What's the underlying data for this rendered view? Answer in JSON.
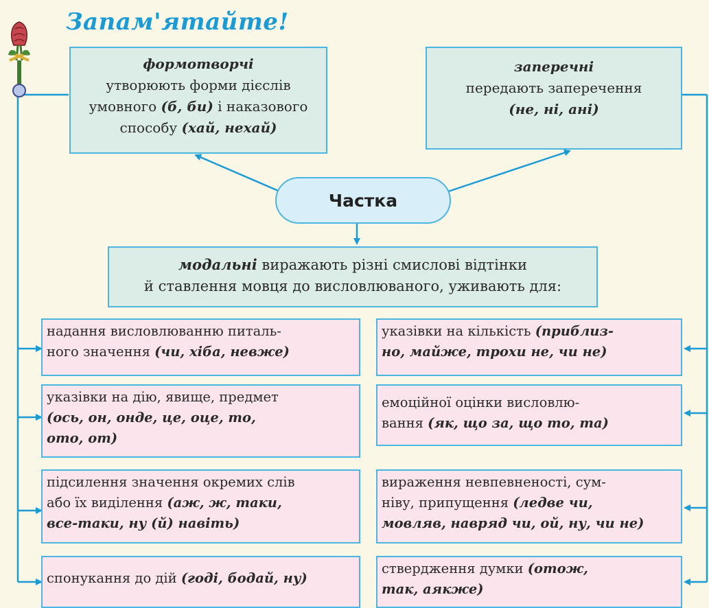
{
  "heading": "Запам'ятайте!",
  "center": "Частка",
  "formotvorchi": {
    "title": "формотворчі",
    "line1": "утворюють форми дієслів",
    "line2_a": "умовного ",
    "line2_kw": "(б, би)",
    "line2_b": " і наказового",
    "line3_a": "способу ",
    "line3_kw": "(хай, нехай)"
  },
  "zaperechni": {
    "title": "заперечні",
    "line1": "передають заперечення",
    "line2_kw": "(не, ні, ані)"
  },
  "modalni": {
    "title": "модальні",
    "line1_rest": " виражають різні смислові відтінки",
    "line2": "й ставлення мовця до висловлюваного, уживають для:"
  },
  "left_items": [
    {
      "l1": "надання висловлюванню питаль-",
      "l2a": "ного значення ",
      "l2kw": "(чи, хіба, невже)"
    },
    {
      "l1": "указівки на дію, явище, предмет",
      "l2kw": "(ось, он, онде, це, оце, то,",
      "l3kw": "ото, от)"
    },
    {
      "l1": "підсилення значення окремих слів",
      "l2a": "або їх виділення ",
      "l2kw": "(аж, ж, таки,",
      "l3kw": "все-таки, ну (й) навіть)"
    },
    {
      "l1a": "спонукання до дій ",
      "l1kw": "(годі, бодай, ну)"
    }
  ],
  "right_items": [
    {
      "l1a": "указівки на кількість ",
      "l1kw": "(приблиз-",
      "l2kw": "но, майже, трохи не, чи не)"
    },
    {
      "l1": "емоційної оцінки висловлю-",
      "l2a": "вання ",
      "l2kw": "(як, що за, що то, та)"
    },
    {
      "l1": "вираження невпевненості, сум-",
      "l2a": "ніву, припущення ",
      "l2kw": "(ледве чи,",
      "l3kw": "мовляв, навряд чи, ой, ну, чи не)"
    },
    {
      "l1a": "ствердження думки ",
      "l1kw": "(отож,",
      "l2kw": "так, аякже)"
    }
  ]
}
